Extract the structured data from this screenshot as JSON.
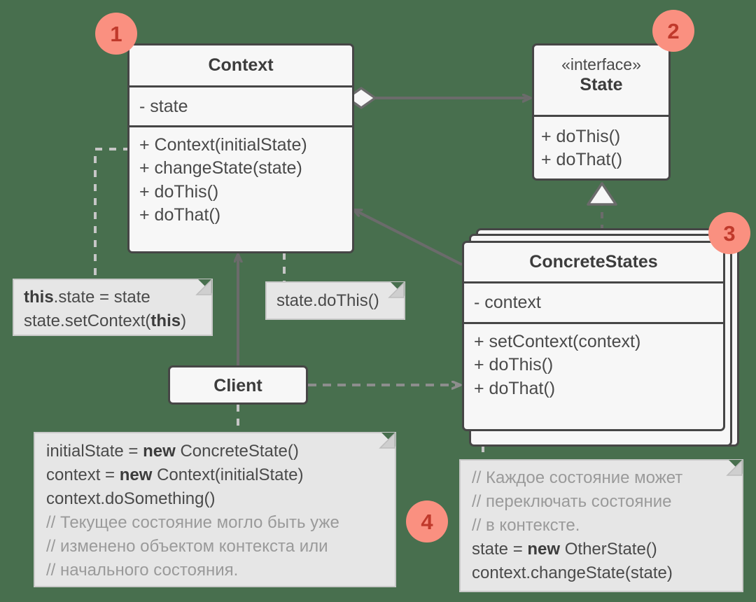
{
  "diagram": {
    "title": "State design pattern UML class diagram",
    "background_color": "#486f4e",
    "box_fill": "#f7f7f7",
    "box_border": "#464646",
    "note_fill": "#e6e6e6",
    "badge_color": "#fa9080",
    "badge_text_color": "#c0392b",
    "connector_color": "#6b6b6b",
    "dashed_color": "#c6c6c6"
  },
  "classes": {
    "context": {
      "name": "Context",
      "fields": [
        "- state"
      ],
      "methods": [
        "+ Context(initialState)",
        "+ changeState(state)",
        "+ doThis()",
        "+ doThat()"
      ]
    },
    "state": {
      "stereotype": "«interface»",
      "name": "State",
      "methods": [
        "+ doThis()",
        "+ doThat()"
      ]
    },
    "concrete_states": {
      "name": "ConcreteStates",
      "fields": [
        "- context"
      ],
      "methods": [
        "+ setContext(context)",
        "+ doThis()",
        "+ doThat()"
      ]
    },
    "client": {
      "name": "Client"
    }
  },
  "notes": {
    "context_assign": {
      "lines": [
        [
          {
            "t": "this",
            "b": true
          },
          {
            "t": ".state = state",
            "b": false
          }
        ],
        [
          {
            "t": "state.setContext(",
            "b": false
          },
          {
            "t": "this",
            "b": true
          },
          {
            "t": ")",
            "b": false
          }
        ]
      ]
    },
    "delegate": {
      "lines": [
        [
          {
            "t": "state.doThis()",
            "b": false
          }
        ]
      ]
    },
    "client_code": {
      "lines": [
        [
          {
            "t": "initialState = ",
            "b": false
          },
          {
            "t": "new",
            "b": true
          },
          {
            "t": " ConcreteState()",
            "b": false
          }
        ],
        [
          {
            "t": "context = ",
            "b": false
          },
          {
            "t": "new",
            "b": true
          },
          {
            "t": " Context(initialState)",
            "b": false
          }
        ],
        [
          {
            "t": "context.doSomething()",
            "b": false
          }
        ],
        [
          {
            "t": "// Текущее состояние могло быть уже",
            "b": false,
            "c": true
          }
        ],
        [
          {
            "t": "// изменено объектом контекста или",
            "b": false,
            "c": true
          }
        ],
        [
          {
            "t": "// начального состояния.",
            "b": false,
            "c": true
          }
        ]
      ]
    },
    "state_switch": {
      "lines": [
        [
          {
            "t": "// Каждое состояние может",
            "b": false,
            "c": true
          }
        ],
        [
          {
            "t": "// переключать состояние",
            "b": false,
            "c": true
          }
        ],
        [
          {
            "t": "// в контексте.",
            "b": false,
            "c": true
          }
        ],
        [
          {
            "t": "state = ",
            "b": false
          },
          {
            "t": "new",
            "b": true
          },
          {
            "t": " OtherState()",
            "b": false
          }
        ],
        [
          {
            "t": "context.changeState(state)",
            "b": false
          }
        ]
      ]
    }
  },
  "badges": [
    {
      "label": "1"
    },
    {
      "label": "2"
    },
    {
      "label": "3"
    },
    {
      "label": "4"
    }
  ],
  "relations": [
    {
      "from": "Context",
      "to": "State",
      "type": "aggregation-directed"
    },
    {
      "from": "ConcreteStates",
      "to": "State",
      "type": "realization"
    },
    {
      "from": "ConcreteStates",
      "to": "Context",
      "type": "association-directed"
    },
    {
      "from": "Client",
      "to": "Context",
      "type": "association-directed"
    },
    {
      "from": "Client",
      "to": "ConcreteStates",
      "type": "dependency"
    }
  ]
}
